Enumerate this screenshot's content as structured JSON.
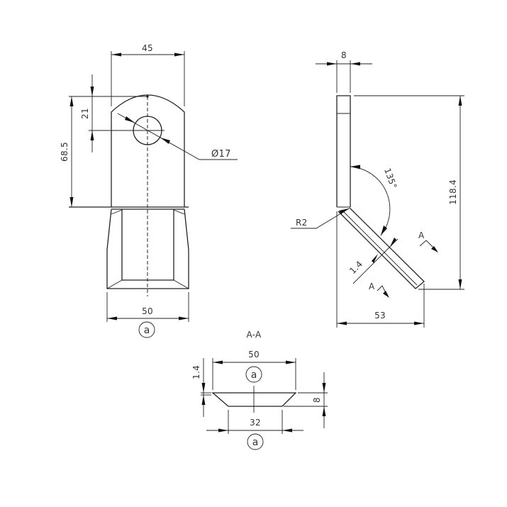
{
  "drawing": {
    "type": "technical drawing - bent flail blade",
    "front_view": {
      "dims": {
        "top_width": "45",
        "hole_offset": "21",
        "upper_height": "68.5",
        "hole_diameter": "Ø17",
        "bottom_width": "50"
      },
      "detail_label": "a"
    },
    "side_view": {
      "dims": {
        "thickness": "8",
        "angle": "135°",
        "radius": "R2",
        "edge": "1.4",
        "total_height": "118.4",
        "horizontal_extent": "53"
      },
      "section_markers": [
        "A",
        "A"
      ]
    },
    "section_view": {
      "title": "A-A",
      "dims": {
        "top_width": "50",
        "bottom_width": "32",
        "thickness": "8",
        "edge": "1.4"
      },
      "detail_labels": [
        "a",
        "a"
      ]
    }
  }
}
